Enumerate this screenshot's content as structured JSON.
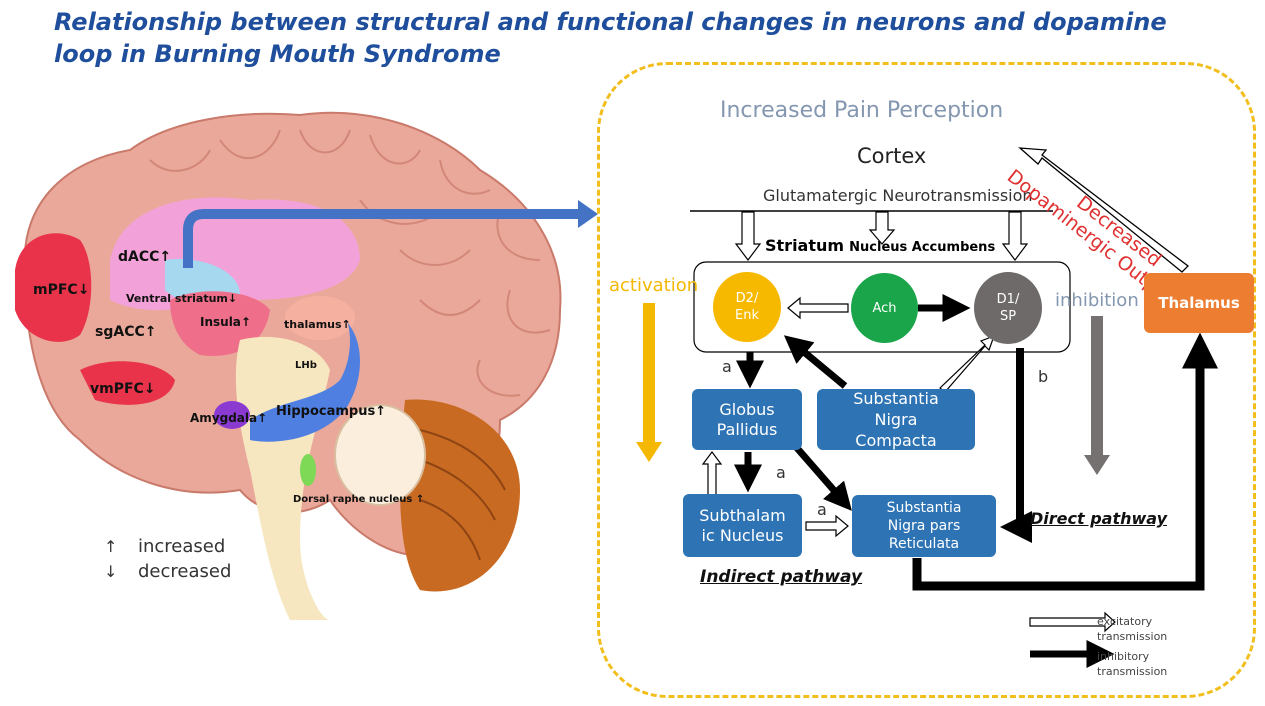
{
  "title": "Relationship between structural and functional changes in neurons and dopamine loop in Burning Mouth Syndrome",
  "brain": {
    "labels": [
      {
        "key": "dacc",
        "text": "dACC",
        "arrow": "↑"
      },
      {
        "key": "mpfc",
        "text": "mPFC",
        "arrow": "↓"
      },
      {
        "key": "ventral",
        "text": "Ventral striatum",
        "arrow": "↓"
      },
      {
        "key": "insula",
        "text": "Insula",
        "arrow": "↑"
      },
      {
        "key": "sgacc",
        "text": "sgACC",
        "arrow": "↑"
      },
      {
        "key": "thalamus",
        "text": "thalamus",
        "arrow": "↑"
      },
      {
        "key": "lhb",
        "text": "LHb",
        "arrow": ""
      },
      {
        "key": "vmpfc",
        "text": "vmPFC",
        "arrow": "↓"
      },
      {
        "key": "amygdala",
        "text": "Amygdala",
        "arrow": "↑"
      },
      {
        "key": "hippocampus",
        "text": "Hippocampus",
        "arrow": "↑"
      },
      {
        "key": "raphe",
        "text": "Dorsal raphe nucleus",
        "arrow": "↑"
      }
    ]
  },
  "legend": {
    "increased": {
      "arrow": "↑",
      "text": "increased"
    },
    "decreased": {
      "arrow": "↓",
      "text": "decreased"
    }
  },
  "diagram": {
    "pain": "Increased Pain Perception",
    "cortex": "Cortex",
    "glutamatergic": "Glutamatergic Neurotransmission",
    "striatum_bold": "Striatum",
    "striatum_rest": "Nucleus  Accumbens",
    "decreased_line1": "Decreased",
    "decreased_line2": "Dopaminergic Output",
    "activation": "activation",
    "inhibition": "inhibition",
    "d2": "D2/\nEnk",
    "ach": "Ach",
    "d1": "D1/\nSP",
    "thalamus": "Thalamus",
    "gp": "Globus\nPallidus",
    "snc": "Substantia\nNigra\nCompacta",
    "stn": "Subthalam\nic Nucleus",
    "snr": "Substantia\nNigra pars\nReticulata",
    "label_a1": "a",
    "label_a2": "a",
    "label_a3": "a",
    "label_b": "b",
    "direct": "Direct pathway",
    "indirect": "Indirect pathway",
    "legend_excitatory": "excitatory\ntransmission",
    "legend_inhibitory": "inhibitory\ntransmission"
  },
  "colors": {
    "title": "#1f4e9c",
    "frame": "#f2be1c",
    "box": "#2e74b5",
    "d2": "#f7b900",
    "ach": "#1aa54a",
    "d1": "#6e6a6a",
    "thalamus": "#ed7d31",
    "activation": "#f5b800",
    "inhibition_arrow": "#767171",
    "decreased": "#e03030"
  }
}
